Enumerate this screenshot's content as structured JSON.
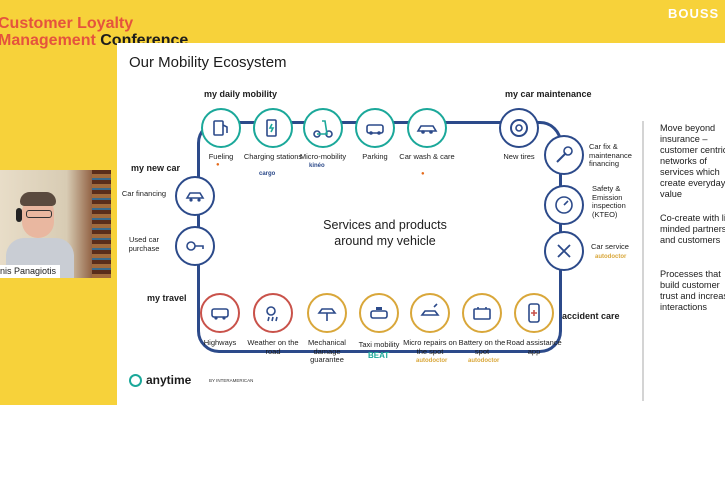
{
  "conference": {
    "title_line1": "Customer Loyalty",
    "title_line2_a": "Management",
    "title_line2_b": "Conference"
  },
  "brand": "BOUSS",
  "video": {
    "speaker_name": "nis Panagiotis"
  },
  "slide": {
    "title": "Our Mobility Ecosystem",
    "center_text_line1": "Services and products",
    "center_text_line2": "around my vehicle",
    "sections": {
      "daily_mobility": "my daily mobility",
      "car_maintenance": "my car maintenance",
      "new_car": "my new car",
      "travel": "my travel",
      "accident_care": "accident care"
    },
    "nodes": {
      "fueling": "Fueling",
      "charging": "Charging stations",
      "micro_mobility": "Micro-mobility",
      "parking": "Parking",
      "car_wash": "Car wash & care",
      "new_tires": "New tires",
      "car_fix": "Car fix & maintenance financing",
      "safety": "Safety & Emission inspection (KTEO)",
      "car_service": "Car service",
      "car_financing": "Car financing",
      "used_car": "Used car purchase",
      "highways": "Highways",
      "weather": "Weather on the road",
      "mechanical": "Mechanical damage guarantee",
      "taxi": "Taxi mobility",
      "micro_repairs": "Micro repairs on the spot",
      "battery": "Battery on the spot",
      "road_assistance": "Road assistance app"
    },
    "partner_logos": {
      "charging": "cargo",
      "micro": "kinéo",
      "taxi": "BEAT",
      "autodoctor": "autodoctor"
    },
    "right_panel": {
      "p1": "Move beyond insurance – customer centric networks of services which create everyday value",
      "p2": "Co-create with like-minded partners and customers",
      "p3": "Processes that build customer trust and increase interactions"
    },
    "footer": {
      "brand": "anytime",
      "by": "BY INTERAMERICAN"
    }
  }
}
